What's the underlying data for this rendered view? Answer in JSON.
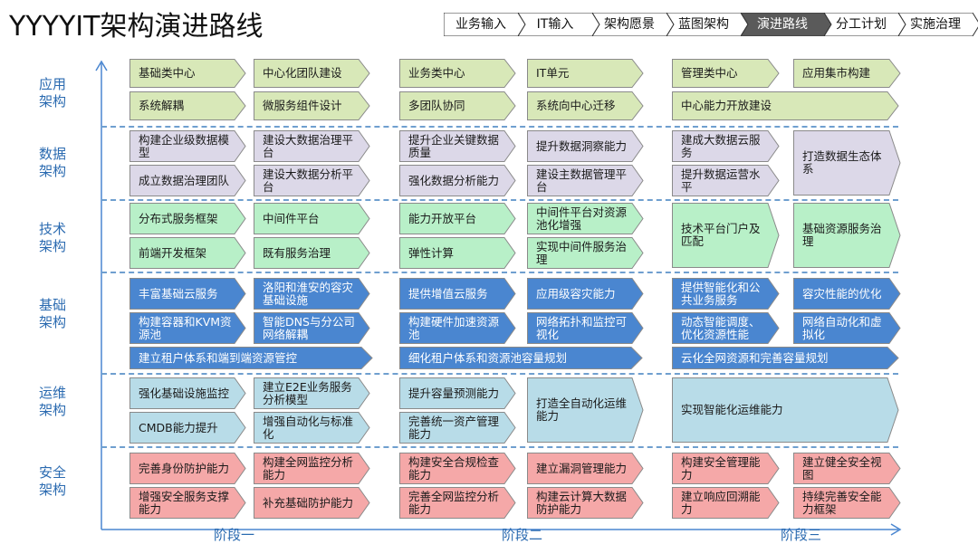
{
  "title": "YYYYIT架构演进路线",
  "breadcrumb": [
    {
      "label": "业务输入",
      "active": false
    },
    {
      "label": "IT输入",
      "active": false
    },
    {
      "label": "架构愿景",
      "active": false
    },
    {
      "label": "蓝图架构",
      "active": false
    },
    {
      "label": "演进路线",
      "active": true
    },
    {
      "label": "分工计划",
      "active": false
    },
    {
      "label": "实施治理",
      "active": false
    }
  ],
  "layers": [
    {
      "label": "应用\n架构"
    },
    {
      "label": "数据\n架构"
    },
    {
      "label": "技术\n架构"
    },
    {
      "label": "基础\n架构"
    },
    {
      "label": "运维\n架构"
    },
    {
      "label": "安全\n架构"
    }
  ],
  "stages": [
    "阶段一",
    "阶段二",
    "阶段三"
  ],
  "colors": {
    "app": "#d8e8b8",
    "data": "#dcd8e8",
    "tech": "#b8f0c8",
    "infra": "#4a86d0",
    "ops": "#b8dce8",
    "sec": "#f5a8a8",
    "accent": "#2a6ab0"
  },
  "items": [
    {
      "text": "基础类中心",
      "layer": "app"
    },
    {
      "text": "中心化团队建设",
      "layer": "app"
    },
    {
      "text": "业务类中心",
      "layer": "app"
    },
    {
      "text": "IT单元",
      "layer": "app"
    },
    {
      "text": "管理类中心",
      "layer": "app"
    },
    {
      "text": "应用集市构建",
      "layer": "app"
    },
    {
      "text": "系统解耦",
      "layer": "app"
    },
    {
      "text": "微服务组件设计",
      "layer": "app"
    },
    {
      "text": "多团队协同",
      "layer": "app"
    },
    {
      "text": "系统向中心迁移",
      "layer": "app"
    },
    {
      "text": "中心能力开放建设",
      "layer": "app"
    },
    {
      "text": "构建企业级数据模型",
      "layer": "data"
    },
    {
      "text": "建设大数据治理平台",
      "layer": "data"
    },
    {
      "text": "提升企业关键数据质量",
      "layer": "data"
    },
    {
      "text": "提升数据洞察能力",
      "layer": "data"
    },
    {
      "text": "建成大数据云服务",
      "layer": "data"
    },
    {
      "text": "打造数据生态体系",
      "layer": "data"
    },
    {
      "text": "成立数据治理团队",
      "layer": "data"
    },
    {
      "text": "建设大数据分析平台",
      "layer": "data"
    },
    {
      "text": "强化数据分析能力",
      "layer": "data"
    },
    {
      "text": "建设主数据管理平台",
      "layer": "data"
    },
    {
      "text": "提升数据运营水平",
      "layer": "data"
    },
    {
      "text": "分布式服务框架",
      "layer": "tech"
    },
    {
      "text": "中间件平台",
      "layer": "tech"
    },
    {
      "text": "能力开放平台",
      "layer": "tech"
    },
    {
      "text": "中间件平台对资源池化增强",
      "layer": "tech"
    },
    {
      "text": "技术平台门户及匹配",
      "layer": "tech"
    },
    {
      "text": "基础资源服务治理",
      "layer": "tech"
    },
    {
      "text": "前端开发框架",
      "layer": "tech"
    },
    {
      "text": "既有服务治理",
      "layer": "tech"
    },
    {
      "text": "弹性计算",
      "layer": "tech"
    },
    {
      "text": "实现中间件服务治理",
      "layer": "tech"
    },
    {
      "text": "丰富基础云服务",
      "layer": "infra"
    },
    {
      "text": "洛阳和淮安的容灾基础设施",
      "layer": "infra"
    },
    {
      "text": "提供增值云服务",
      "layer": "infra"
    },
    {
      "text": "应用级容灾能力",
      "layer": "infra"
    },
    {
      "text": "提供智能化和公共业务服务",
      "layer": "infra"
    },
    {
      "text": "容灾性能的优化",
      "layer": "infra"
    },
    {
      "text": "构建容器和KVM资源池",
      "layer": "infra"
    },
    {
      "text": "智能DNS与分公司网络解耦",
      "layer": "infra"
    },
    {
      "text": "构建硬件加速资源池",
      "layer": "infra"
    },
    {
      "text": "网络拓扑和监控可视化",
      "layer": "infra"
    },
    {
      "text": "动态智能调度、优化资源性能",
      "layer": "infra"
    },
    {
      "text": "网络自动化和虚拟化",
      "layer": "infra"
    },
    {
      "text": "建立租户体系和端到端资源管控",
      "layer": "infra"
    },
    {
      "text": "细化租户体系和资源池容量规划",
      "layer": "infra"
    },
    {
      "text": "云化全网资源和完善容量规划",
      "layer": "infra"
    },
    {
      "text": "强化基础设施监控",
      "layer": "ops"
    },
    {
      "text": "建立E2E业务服务分析模型",
      "layer": "ops"
    },
    {
      "text": "提升容量预测能力",
      "layer": "ops"
    },
    {
      "text": "打造全自动化运维能力",
      "layer": "ops"
    },
    {
      "text": "实现智能化运维能力",
      "layer": "ops"
    },
    {
      "text": "CMDB能力提升",
      "layer": "ops"
    },
    {
      "text": "增强自动化与标准化",
      "layer": "ops"
    },
    {
      "text": "完善统一资产管理能力",
      "layer": "ops"
    },
    {
      "text": "完善身份防护能力",
      "layer": "sec"
    },
    {
      "text": "构建全网监控分析能力",
      "layer": "sec"
    },
    {
      "text": "构建安全合规检查能力",
      "layer": "sec"
    },
    {
      "text": "建立漏洞管理能力",
      "layer": "sec"
    },
    {
      "text": "构建安全管理能力",
      "layer": "sec"
    },
    {
      "text": "建立健全安全视图",
      "layer": "sec"
    },
    {
      "text": "增强安全服务支撑能力",
      "layer": "sec"
    },
    {
      "text": "补充基础防护能力",
      "layer": "sec"
    },
    {
      "text": "完善全网监控分析能力",
      "layer": "sec"
    },
    {
      "text": "构建云计算大数据防护能力",
      "layer": "sec"
    },
    {
      "text": "建立响应回溯能力",
      "layer": "sec"
    },
    {
      "text": "持续完善安全能力框架",
      "layer": "sec"
    }
  ]
}
